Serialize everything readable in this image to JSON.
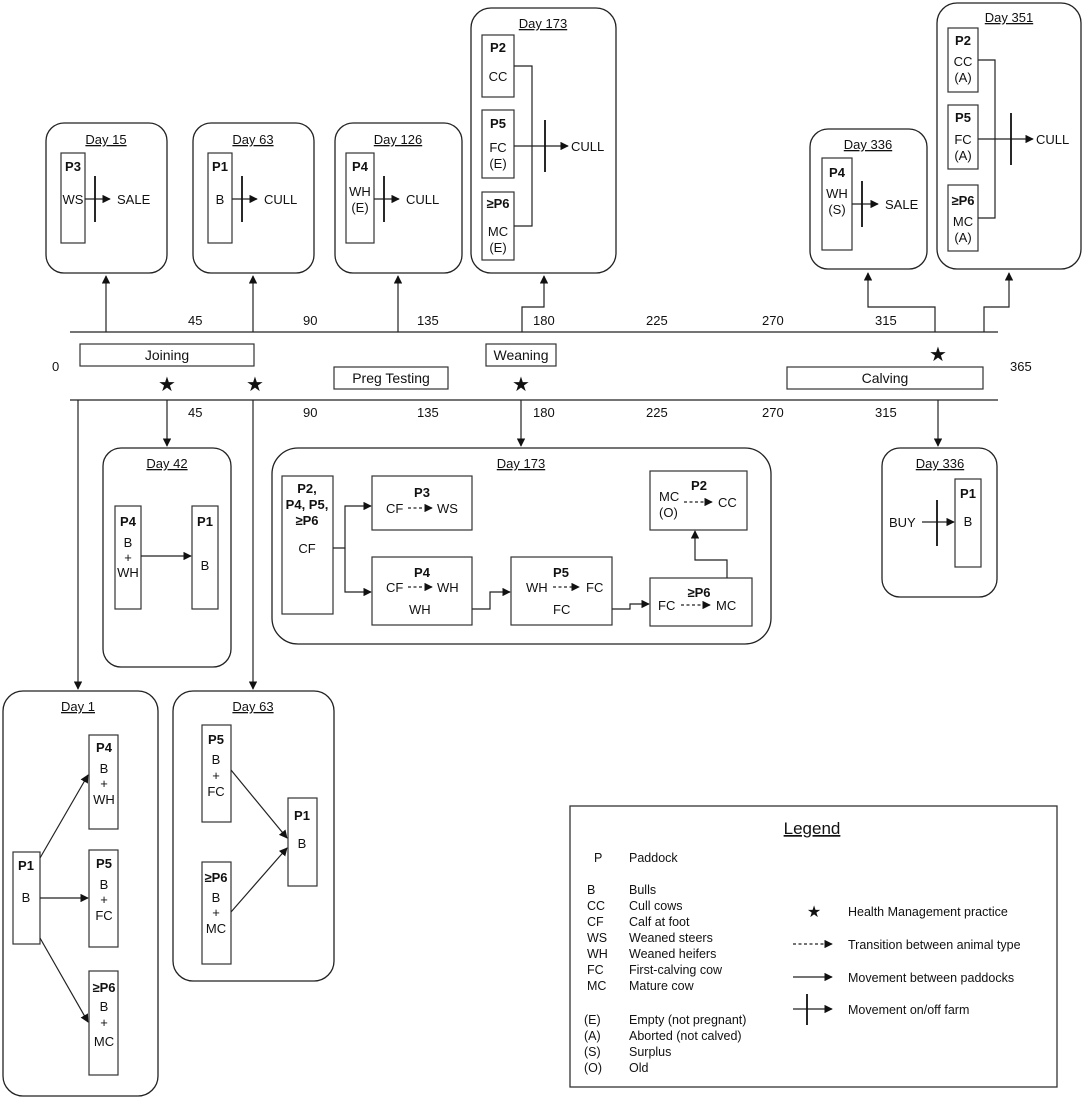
{
  "timeline": {
    "day_ticks_top": [
      "0",
      "45",
      "90",
      "135",
      "180",
      "225",
      "270",
      "315",
      "365"
    ],
    "day_ticks_bottom": [
      "45",
      "90",
      "135",
      "180",
      "225",
      "270",
      "315"
    ],
    "phases": [
      "Joining",
      "Preg Testing",
      "Weaning",
      "Calving"
    ]
  },
  "sales": [
    {
      "day": "Day 15",
      "paddock": "P3",
      "animals": [
        "WS"
      ],
      "action": "SALE"
    },
    {
      "day": "Day 63",
      "paddock": "P1",
      "animals": [
        "B"
      ],
      "action": "CULL"
    },
    {
      "day": "Day 126",
      "paddock": "P4",
      "animals": [
        "WH",
        "(E)"
      ],
      "action": "CULL"
    },
    {
      "day": "Day 173",
      "groups": [
        {
          "paddock": "P2",
          "animals": [
            "CC"
          ]
        },
        {
          "paddock": "P5",
          "animals": [
            "FC",
            "(E)"
          ]
        },
        {
          "paddock": "≥P6",
          "animals": [
            "MC",
            "(E)"
          ]
        }
      ],
      "action": "CULL"
    },
    {
      "day": "Day 336",
      "paddock": "P4",
      "animals": [
        "WH",
        "(S)"
      ],
      "action": "SALE"
    },
    {
      "day": "Day 351",
      "groups": [
        {
          "paddock": "P2",
          "animals": [
            "CC",
            "(A)"
          ]
        },
        {
          "paddock": "P5",
          "animals": [
            "FC",
            "(A)"
          ]
        },
        {
          "paddock": "≥P6",
          "animals": [
            "MC",
            "(A)"
          ]
        }
      ],
      "action": "CULL"
    }
  ],
  "moves": {
    "day42": {
      "day": "Day 42",
      "from": {
        "paddock": "P4",
        "animals": [
          "B",
          "+",
          "WH"
        ]
      },
      "to": {
        "paddock": "P1",
        "animals": [
          "B"
        ]
      }
    },
    "day173": {
      "day": "Day 173",
      "source": {
        "paddock_lines": [
          "P2,",
          "P4, P5,",
          "≥P6"
        ],
        "animal": "CF"
      },
      "p3": {
        "paddock": "P3",
        "from": "CF",
        "to": "WS"
      },
      "p4": {
        "paddock": "P4",
        "from": "CF",
        "to": "WH",
        "extra": "WH"
      },
      "p5": {
        "paddock": "P5",
        "from": "WH",
        "to": "FC",
        "extra": "FC"
      },
      "p6": {
        "paddock": "≥P6",
        "from": "FC",
        "to": "MC"
      },
      "p2": {
        "paddock": "P2",
        "from": "MC",
        "from_sub": "(O)",
        "to": "CC"
      }
    },
    "day336": {
      "day": "Day 336",
      "label": "BUY",
      "paddock": "P1",
      "animals": [
        "B"
      ]
    },
    "day1": {
      "day": "Day 1",
      "source": {
        "paddock": "P1",
        "animals": [
          "B"
        ]
      },
      "targets": [
        {
          "paddock": "P4",
          "animals": [
            "B",
            "+",
            "WH"
          ]
        },
        {
          "paddock": "P5",
          "animals": [
            "B",
            "+",
            "FC"
          ]
        },
        {
          "paddock": "≥P6",
          "animals": [
            "B",
            "+",
            "MC"
          ]
        }
      ]
    },
    "day63": {
      "day": "Day 63",
      "sources": [
        {
          "paddock": "P5",
          "animals": [
            "B",
            "+",
            "FC"
          ]
        },
        {
          "paddock": "≥P6",
          "animals": [
            "B",
            "+",
            "MC"
          ]
        }
      ],
      "target": {
        "paddock": "P1",
        "animals": [
          "B"
        ]
      }
    }
  },
  "legend": {
    "title": "Legend",
    "abbrev": [
      {
        "code": "P",
        "desc": "Paddock"
      },
      {
        "code": "B",
        "desc": "Bulls"
      },
      {
        "code": "CC",
        "desc": "Cull cows"
      },
      {
        "code": "CF",
        "desc": "Calf at foot"
      },
      {
        "code": "WS",
        "desc": "Weaned steers"
      },
      {
        "code": "WH",
        "desc": "Weaned heifers"
      },
      {
        "code": "FC",
        "desc": "First-calving cow"
      },
      {
        "code": "MC",
        "desc": "Mature cow"
      },
      {
        "code": "(E)",
        "desc": "Empty (not pregnant)"
      },
      {
        "code": "(A)",
        "desc": "Aborted (not calved)"
      },
      {
        "code": "(S)",
        "desc": "Surplus"
      },
      {
        "code": "(O)",
        "desc": "Old"
      }
    ],
    "symbols": [
      {
        "icon": "star-icon",
        "desc": "Health Management practice"
      },
      {
        "icon": "dashed-arrow-icon",
        "desc": "Transition between animal type"
      },
      {
        "icon": "solid-arrow-icon",
        "desc": "Movement between paddocks"
      },
      {
        "icon": "cross-arrow-icon",
        "desc": "Movement on/off farm"
      }
    ]
  }
}
